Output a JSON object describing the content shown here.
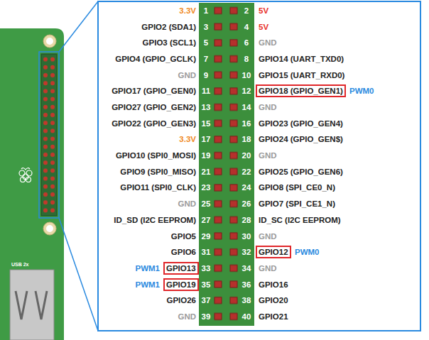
{
  "diagram": {
    "nodes": [
      {
        "text": [
          "GPIO18 (GPIO_GEN1)"
        ]
      },
      {
        "text": [
          "GPIO12"
        ]
      },
      {
        "text": [
          "GPIO13"
        ]
      },
      {
        "text": [
          "GPIO19"
        ]
      }
    ],
    "labels": [
      "3.3V",
      "1",
      "2",
      "5V",
      "GPIO2 (SDA1)",
      "3",
      "4",
      "5V",
      "GPIO3 (SCL1)",
      "5",
      "6",
      "GND",
      "GPIO4 (GPIO_GCLK)",
      "7",
      "8",
      "GPIO14 (UART_TXD0)",
      "GND",
      "9",
      "10",
      "GPIO15 (UART_RXD0)",
      "GPIO17 (GPIO_GEN0)",
      "11",
      "12",
      "PWM0",
      "GPIO27 (GPIO_GEN2)",
      "13",
      "14",
      "GND",
      "GPIO22 (GPIO_GEN3)",
      "15",
      "16",
      "GPIO23 (GPIO_GEN4)",
      "3.3V",
      "17",
      "18",
      "GPIO24 (GPIO_GEN$)",
      "GPIO10 (SPI0_MOSI)",
      "19",
      "20",
      "GND",
      "GPIO9 (SPI0_MISO)",
      "21",
      "22",
      "GPIO25 (GPIO_GEN6)",
      "GPIO11 (SPI0_CLK)",
      "23",
      "24",
      "GPIO8 (SPI_CE0_N)",
      "GND",
      "25",
      "26",
      "GPIO7 (SPI_CE1_N)",
      "ID_SD (I2C EEPROM)",
      "27",
      "28",
      "ID_SC (I2C EEPROM)",
      "GPIO5",
      "29",
      "30",
      "GND",
      "GPIO6",
      "31",
      "32",
      "PWM0",
      "PWM1",
      "33",
      "34",
      "GND",
      "PWM1",
      "35",
      "36",
      "GPIO16",
      "GPIO26",
      "37",
      "38",
      "GPIO20",
      "GND",
      "39",
      "40",
      "GPIO21",
      "USB 2x"
    ]
  }
}
